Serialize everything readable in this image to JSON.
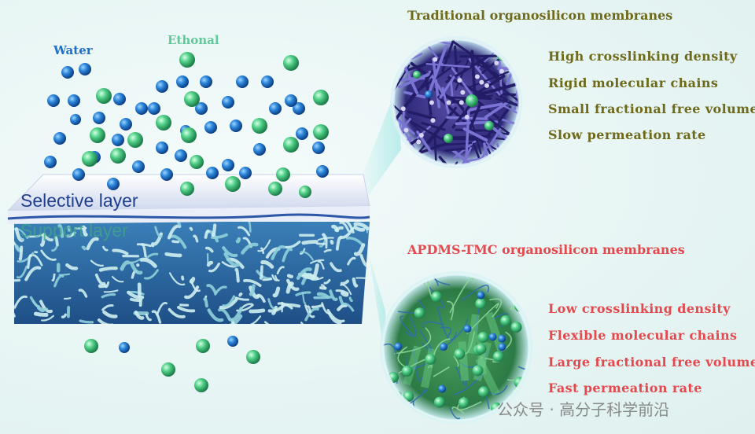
{
  "labels": {
    "water": "Water",
    "ethanol": "Ethonal",
    "selective_layer": "Selective layer",
    "support_layer": "Support layer"
  },
  "traditional": {
    "title": "Traditional organosilicon membranes",
    "items": [
      "High crosslinking density",
      "Rigid molecular chains",
      "Small fractional free volume",
      "Slow permeation rate"
    ]
  },
  "apdms": {
    "title": "APDMS-TMC organosilicon membranes",
    "items": [
      "Low crosslinking density",
      "Flexible molecular chains",
      "Large fractional free volume",
      "Fast permeation rate"
    ]
  },
  "watermark": "公众号 · 高分子科学前沿",
  "colors": {
    "water": "#1e6fc9",
    "ethanol": "#3fbf78",
    "traditional_text": "#6e6a1a",
    "apdms_text": "#e5484d"
  }
}
